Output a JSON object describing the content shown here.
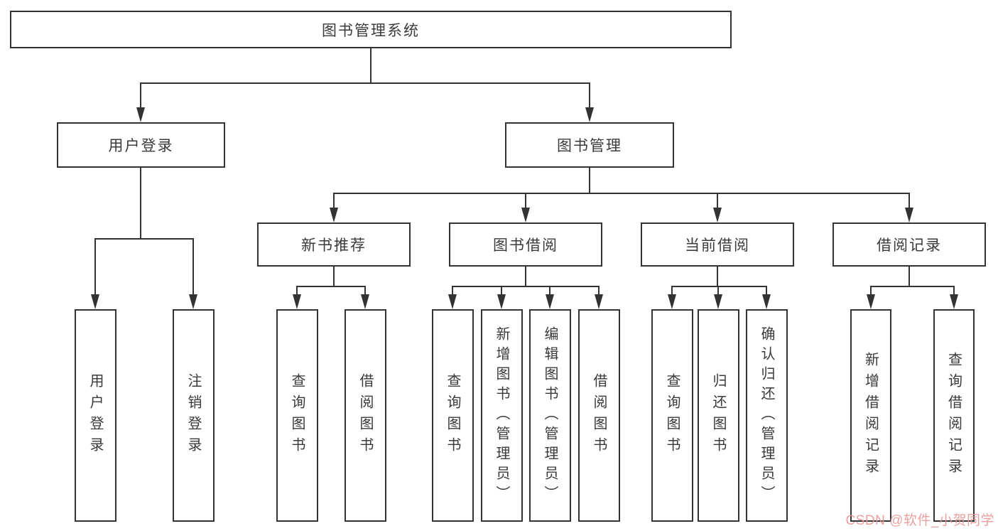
{
  "diagram": {
    "title": "图书管理系统",
    "children": [
      {
        "label": "用户登录",
        "children": [
          {
            "label": "用户登录"
          },
          {
            "label": "注销登录"
          }
        ]
      },
      {
        "label": "图书管理",
        "children": [
          {
            "label": "新书推荐",
            "children": [
              {
                "label": "查询图书"
              },
              {
                "label": "借阅图书"
              }
            ]
          },
          {
            "label": "图书借阅",
            "children": [
              {
                "label": "查询图书"
              },
              {
                "label": "新增图书（管理员）"
              },
              {
                "label": "编辑图书（管理员）"
              },
              {
                "label": "借阅图书"
              }
            ]
          },
          {
            "label": "当前借阅",
            "children": [
              {
                "label": "查询图书"
              },
              {
                "label": "归还图书"
              },
              {
                "label": "确认归还（管理员）"
              }
            ]
          },
          {
            "label": "借阅记录",
            "children": [
              {
                "label": "新增借阅记录"
              },
              {
                "label": "查询借阅记录"
              }
            ]
          }
        ]
      }
    ]
  },
  "watermark": {
    "text": "CSDN @软件_小贺同学"
  },
  "colors": {
    "line": "#333333",
    "node_border": "#333333",
    "node_text": "#3a3a3a",
    "background": "#ffffff",
    "watermark": "#e99696"
  }
}
